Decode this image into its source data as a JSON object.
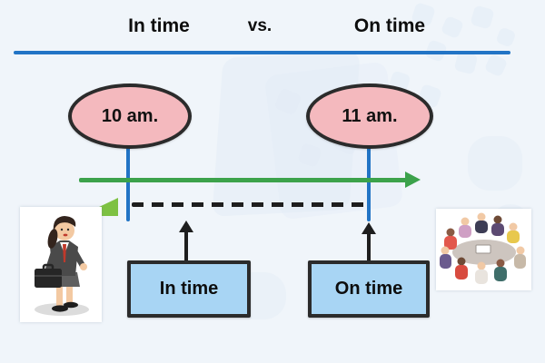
{
  "header": {
    "left_title": "In time",
    "separator": "vs.",
    "right_title": "On time"
  },
  "timeline": {
    "start_time_label": "10 am.",
    "end_time_label": "11 am."
  },
  "boxes": {
    "in_time_label": "In time",
    "on_time_label": "On time"
  },
  "illustrations": {
    "left": "businesswoman-with-briefcase",
    "right": "team-meeting-around-table"
  },
  "colors": {
    "background": "#f0f5fa",
    "divider_blue": "#2274c5",
    "timeline_green": "#3ca24b",
    "ellipse_pink": "#f4b9be",
    "box_blue": "#a8d5f4",
    "outline_dark": "#2b2b2b",
    "wedge_green": "#7dc142"
  }
}
